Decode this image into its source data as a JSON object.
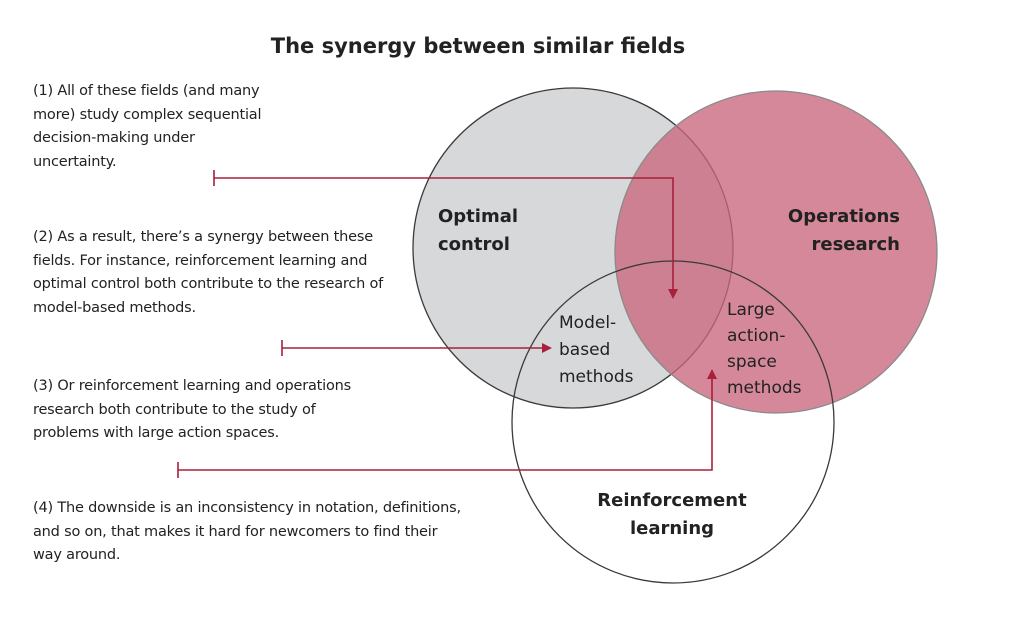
{
  "title": "The synergy between similar fields",
  "notes": [
    "(1) All of these fields (and many more) study complex sequential decision-making under uncertainty.",
    "(2) As a result, there’s a synergy between these fields. For instance, reinforcement learning and optimal control both contribute to the research of model-based methods.",
    "(3) Or reinforcement learning and operations research both contribute to the study of problems with large action spaces.",
    "(4) The downside is an inconsistency in notation, definitions, and so on, that makes it hard for newcomers to find their way around."
  ],
  "circles": {
    "optimal_control": {
      "line1": "Optimal",
      "line2": "control",
      "color": "#d7d8da"
    },
    "operations_research": {
      "line1": "Operations",
      "line2": "research",
      "color": "#c9677c"
    },
    "reinforcement_learning": {
      "line1": "Reinforcement",
      "line2": "learning",
      "color": "#ffffff"
    }
  },
  "overlaps": {
    "model_based": {
      "line1": "Model-",
      "line2": "based",
      "line3": "methods"
    },
    "large_action": {
      "line1": "Large",
      "line2": "action-",
      "line3": "space",
      "line4": "methods"
    }
  },
  "colors": {
    "arrow": "#a8203c",
    "outline": "#3a3a3a"
  }
}
